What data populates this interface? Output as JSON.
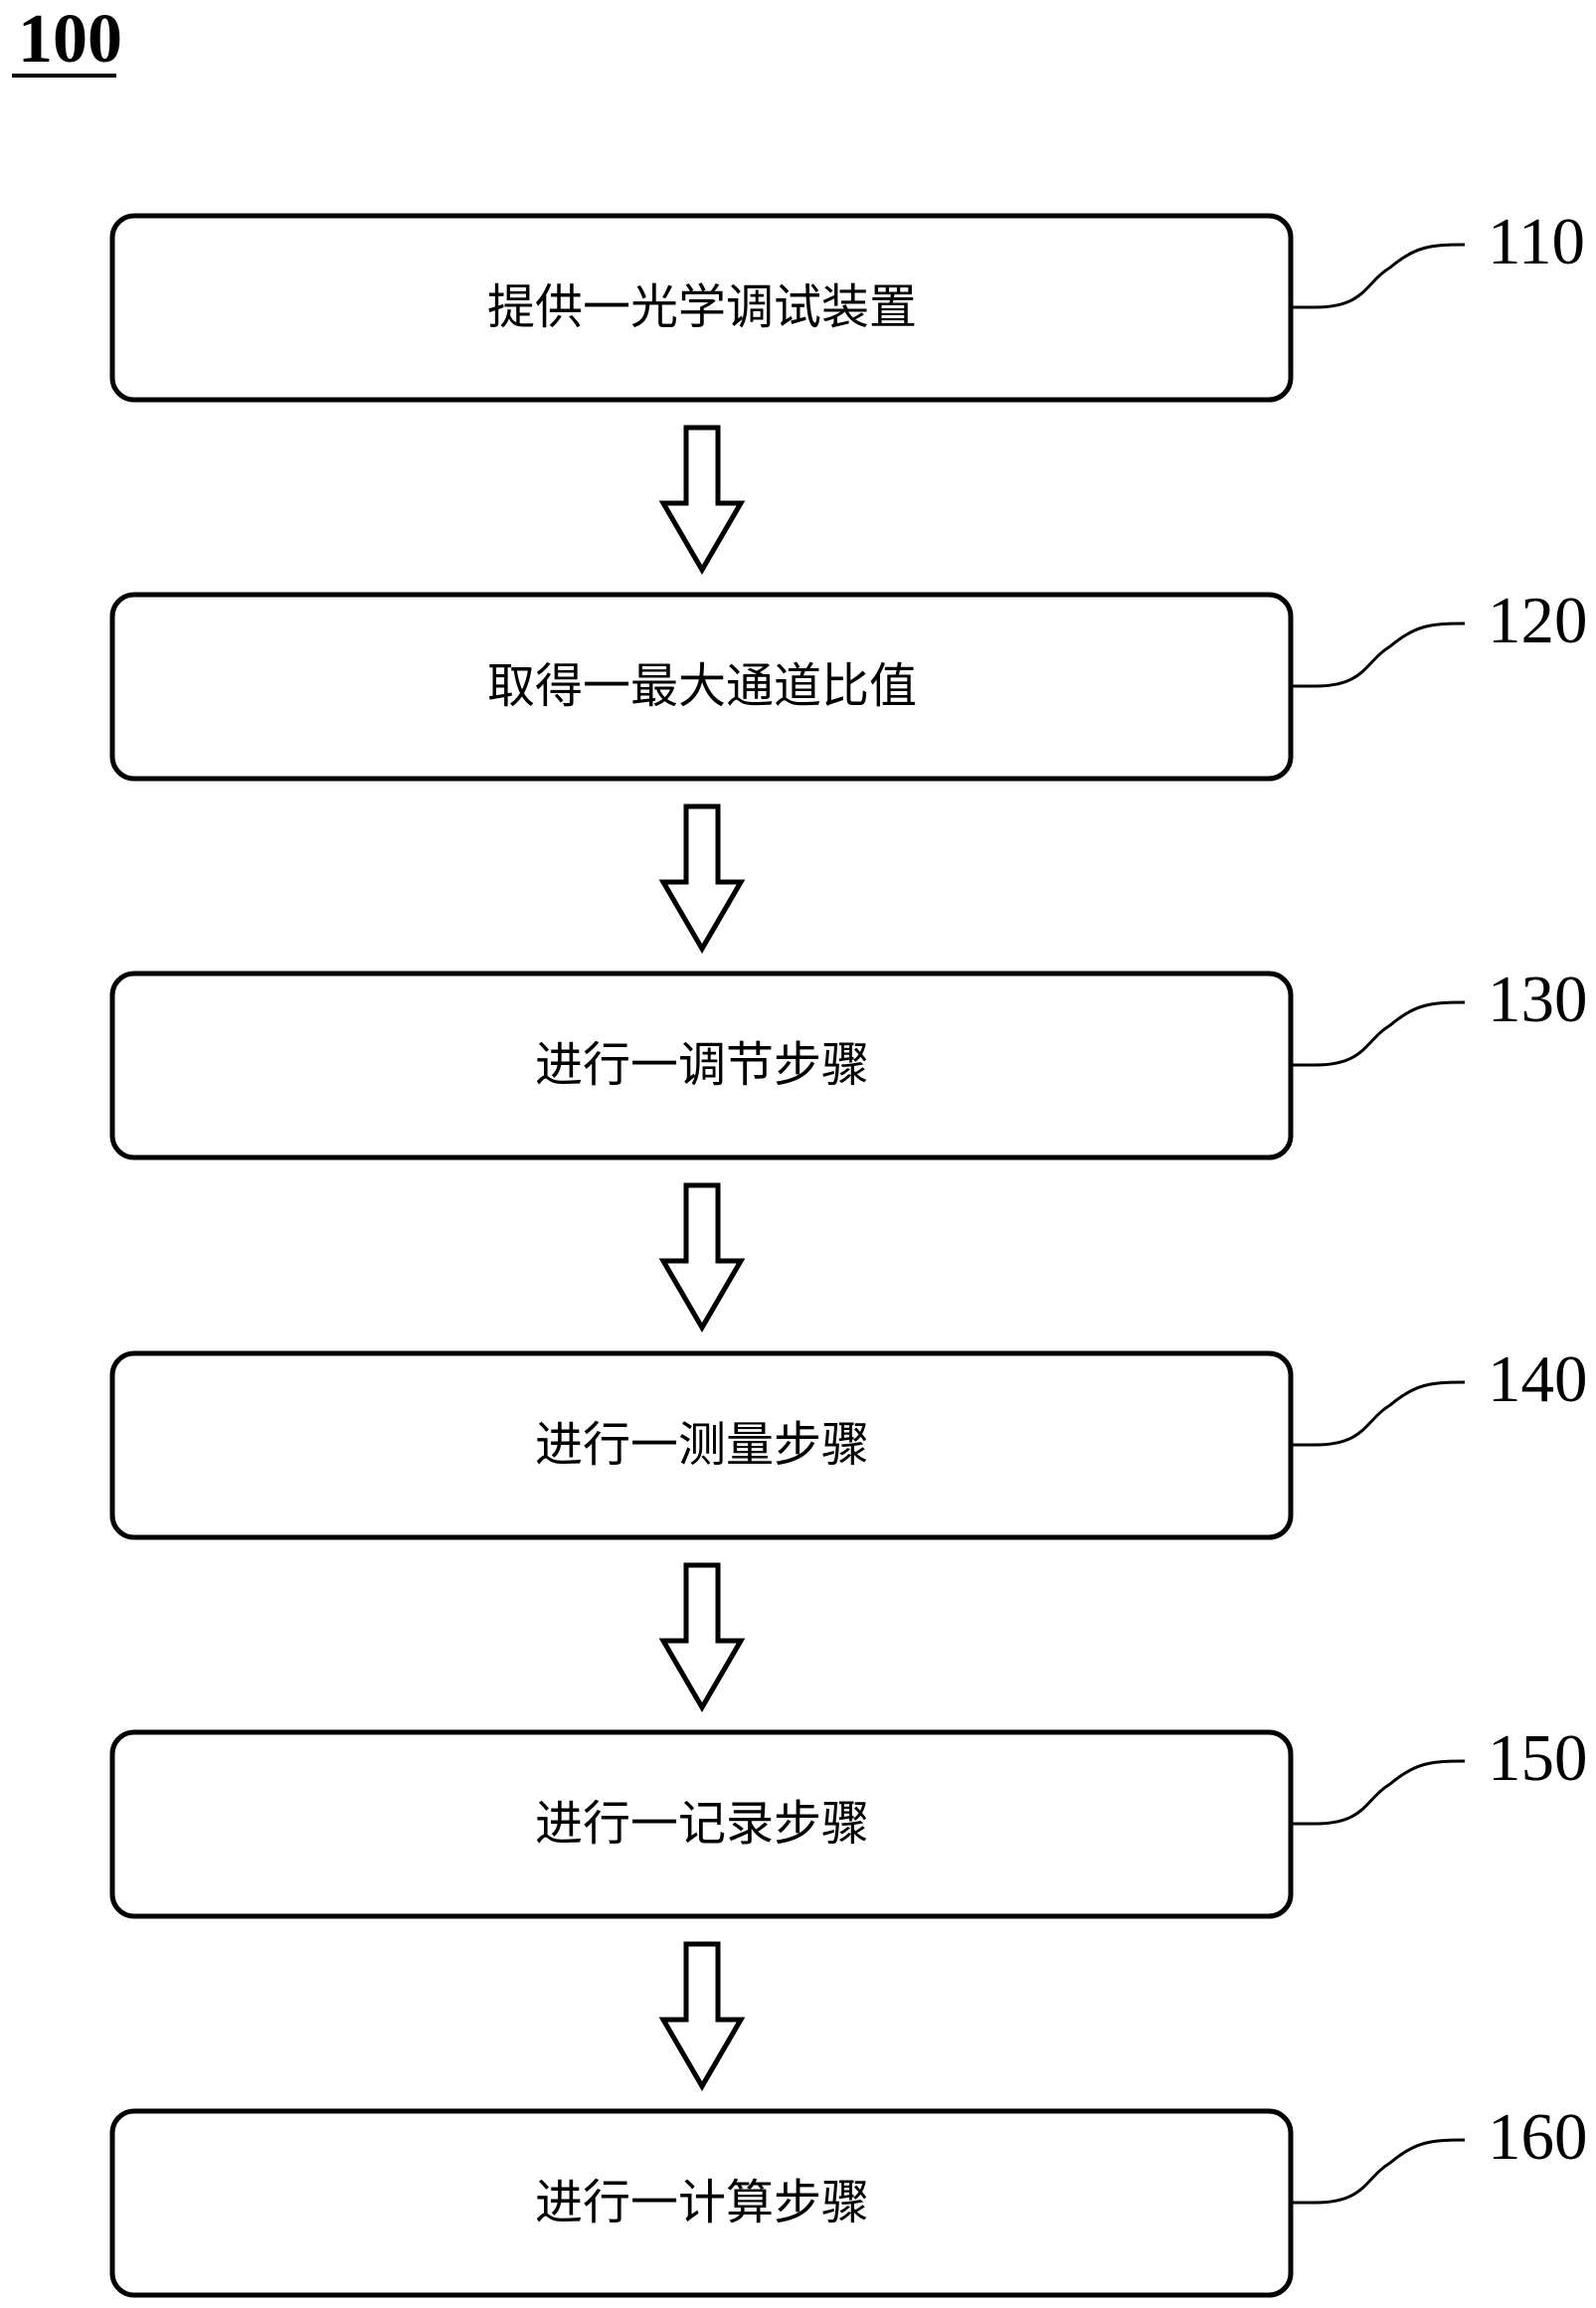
{
  "figure": {
    "number": "100",
    "type": "flowchart",
    "connector_icon": "hollow-down-arrow"
  },
  "steps": [
    {
      "ref": "110",
      "label": "提供一光学调试装置"
    },
    {
      "ref": "120",
      "label": "取得一最大通道比值"
    },
    {
      "ref": "130",
      "label": "进行一调节步骤"
    },
    {
      "ref": "140",
      "label": "进行一测量步骤"
    },
    {
      "ref": "150",
      "label": "进行一记录步骤"
    },
    {
      "ref": "160",
      "label": "进行一计算步骤"
    }
  ],
  "colors": {
    "line": "#000000",
    "background": "#ffffff"
  }
}
